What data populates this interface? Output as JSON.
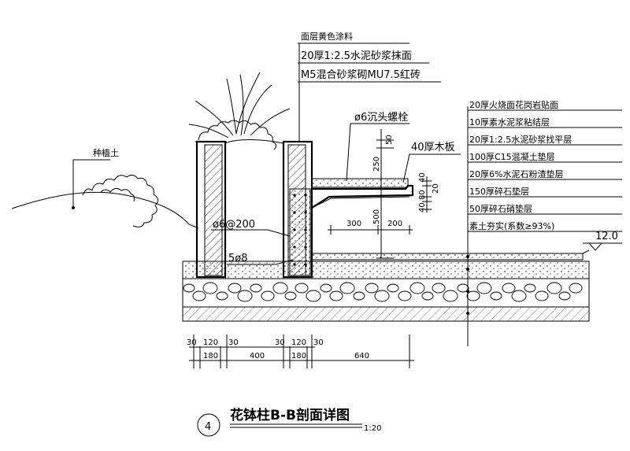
{
  "labels": {
    "top": [
      "面层黄色涂料",
      "20厚1:2.5水泥砂浆抹面",
      "M5混合砂浆砌MU7.5红砖"
    ],
    "right": [
      "20厚火烧面花岗岩贴面",
      "10厚素水泥浆粘结层",
      "20厚1:2.5水泥砂浆找平层",
      "100厚C15混凝土垫层",
      "20厚6%水泥石粉渣垫层",
      "150厚碎石垫层",
      "50厚碎石硝垫层",
      "素土夯实(系数≥93%)"
    ],
    "planting_soil": "种植土",
    "bolt": "ø6沉头螺栓",
    "wood": "40厚木板",
    "rebar_stirrup": "ø6@200",
    "rebar_main": "5ø8",
    "elevation": "12.0"
  },
  "dims": {
    "bench_v": [
      "50",
      "250",
      "500"
    ],
    "bench_h": [
      "300",
      "200"
    ],
    "small_v": [
      "40",
      "80",
      "20",
      "40"
    ],
    "bottom_top": [
      "30",
      "120",
      "30",
      "30",
      "120",
      "30"
    ],
    "bottom_bot": [
      "180",
      "400",
      "180",
      "640"
    ]
  },
  "title": {
    "number": "4",
    "text": "花钵柱B-B剖面详图",
    "scale": "1:20"
  }
}
